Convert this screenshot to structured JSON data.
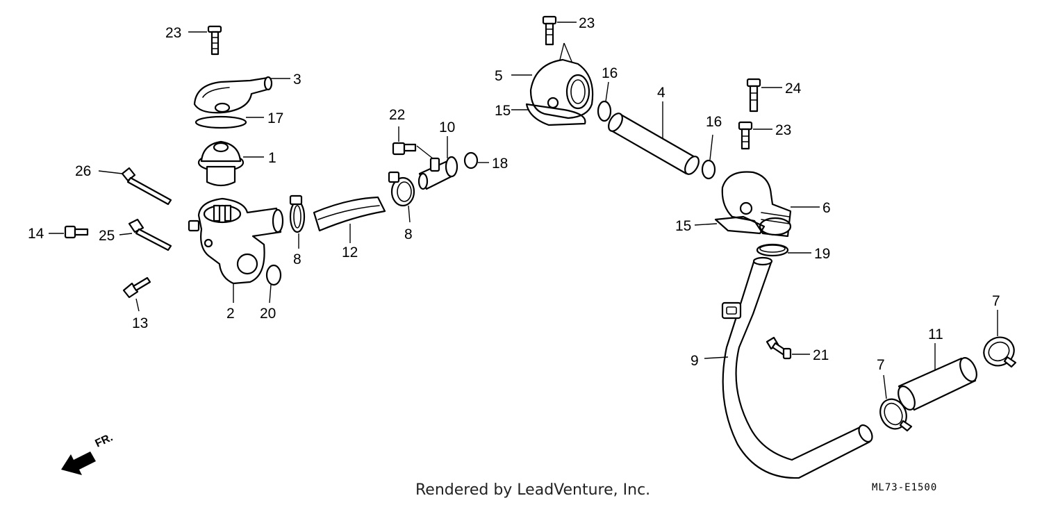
{
  "footer": {
    "credit": "Rendered by LeadVenture, Inc.",
    "diagram_code": "ML73-E1500"
  },
  "front_indicator": "FR.",
  "callouts": [
    "23",
    "3",
    "17",
    "1",
    "26",
    "14",
    "25",
    "2",
    "20",
    "13",
    "8",
    "12",
    "22",
    "10",
    "18",
    "8",
    "5",
    "15",
    "23",
    "16",
    "4",
    "16",
    "24",
    "23",
    "6",
    "15",
    "19",
    "9",
    "21",
    "11",
    "7",
    "7"
  ]
}
